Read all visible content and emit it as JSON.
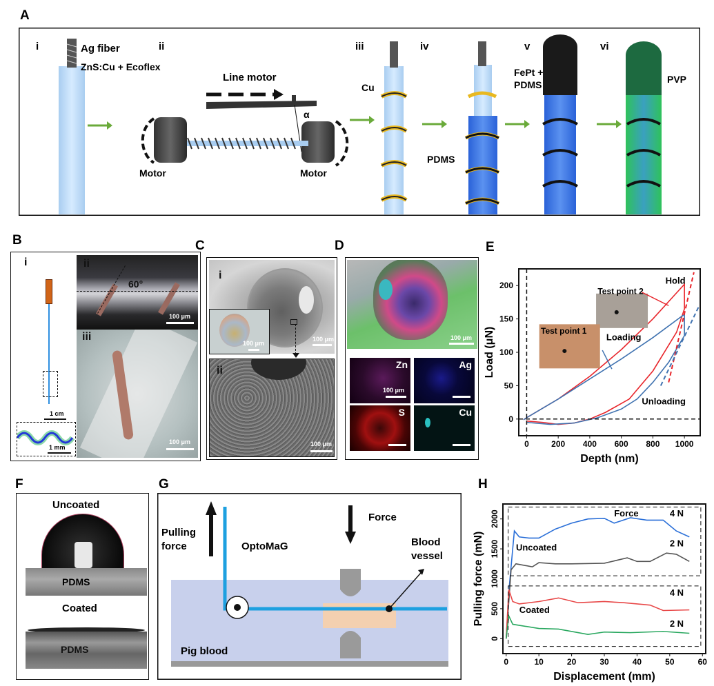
{
  "panels": {
    "A": "A",
    "B": "B",
    "C": "C",
    "D": "D",
    "E": "E",
    "F": "F",
    "G": "G",
    "H": "H"
  },
  "panelA": {
    "steps": [
      "i",
      "ii",
      "iii",
      "iv",
      "v",
      "vi"
    ],
    "ag_fiber": "Ag fiber",
    "zns": "ZnS:Cu + Ecoflex",
    "line_motor": "Line motor",
    "alpha": "α",
    "motor_left": "Motor",
    "motor_right": "Motor",
    "cu": "Cu",
    "pdms": "PDMS",
    "fept": "FePt +",
    "fept2": "PDMS",
    "pvp": "PVP"
  },
  "panelB": {
    "i": "i",
    "ii": "ii",
    "iii": "iii",
    "angle": "60°",
    "scale_1cm": "1 cm",
    "scale_1mm": "1 mm",
    "scale_ii": "100 μm",
    "scale_iii": "100 μm"
  },
  "panelC": {
    "i": "i",
    "ii": "ii",
    "scale_inset": "100 μm",
    "scale_i": "100 μm",
    "scale_ii": "100 μm"
  },
  "panelD": {
    "scale_main": "100 μm",
    "maps": [
      "Zn",
      "Ag",
      "S",
      "Cu"
    ],
    "scale_zn": "100 μm",
    "colors": {
      "Zn": "#c020c0",
      "Ag": "#2020d0",
      "S": "#e01010",
      "Cu": "#20c0c0"
    }
  },
  "panelF": {
    "uncoated": "Uncoated",
    "pdms1": "PDMS",
    "coated": "Coated",
    "pdms2": "PDMS"
  },
  "panelG": {
    "pulling": "Pulling",
    "force_word": "force",
    "optomag": "OptoMaG",
    "force": "Force",
    "blood": "Blood",
    "vessel": "vessel",
    "pig_blood": "Pig blood"
  },
  "chart_data": [
    {
      "type": "line",
      "title": "",
      "xlabel": "Depth (nm)",
      "ylabel": "Load (μN)",
      "xlim": [
        -50,
        1100
      ],
      "ylim": [
        -25,
        225
      ],
      "xticks": [
        0,
        200,
        400,
        600,
        800,
        1000
      ],
      "yticks": [
        0,
        50,
        100,
        150,
        200
      ],
      "annotations": {
        "hold": "Hold",
        "loading": "Loading",
        "unloading": "Unloading",
        "tp1": "Test point 1",
        "tp2": "Test point 2"
      },
      "series": [
        {
          "name": "Test point 2",
          "color": "#e8242a",
          "dash": false,
          "points": [
            [
              -20,
              -1
            ],
            [
              0,
              2
            ],
            [
              200,
              30
            ],
            [
              400,
              64
            ],
            [
              600,
              104
            ],
            [
              800,
              150
            ],
            [
              1000,
              202
            ],
            [
              1000,
              165
            ],
            [
              950,
              130
            ],
            [
              800,
              72
            ],
            [
              650,
              30
            ],
            [
              500,
              10
            ],
            [
              400,
              0
            ],
            [
              300,
              -6
            ],
            [
              200,
              -8
            ],
            [
              100,
              -5
            ],
            [
              0,
              -3
            ]
          ]
        },
        {
          "name": "Test point 1",
          "color": "#3f72b0",
          "dash": false,
          "points": [
            [
              -20,
              -1
            ],
            [
              0,
              2
            ],
            [
              200,
              30
            ],
            [
              400,
              60
            ],
            [
              600,
              90
            ],
            [
              800,
              122
            ],
            [
              1000,
              157
            ],
            [
              1000,
              125
            ],
            [
              900,
              85
            ],
            [
              800,
              55
            ],
            [
              700,
              30
            ],
            [
              600,
              15
            ],
            [
              450,
              2
            ],
            [
              300,
              -6
            ],
            [
              150,
              -8
            ],
            [
              0,
              -5
            ]
          ]
        },
        {
          "name": "Test point 2 fit",
          "color": "#e8242a",
          "dash": true,
          "points": [
            [
              900,
              55
            ],
            [
              1060,
              220
            ]
          ]
        },
        {
          "name": "Test point 1 fit",
          "color": "#3f72b0",
          "dash": true,
          "points": [
            [
              850,
              50
            ],
            [
              1090,
              168
            ]
          ]
        }
      ]
    },
    {
      "type": "line",
      "title": "",
      "xlabel": "Displacement (mm)",
      "ylabel": "Pulling force (mN)",
      "xlim": [
        -1,
        61
      ],
      "ylim": [
        -250,
        2250
      ],
      "xticks": [
        0,
        10,
        20,
        30,
        40,
        50,
        60
      ],
      "yticks": [
        0,
        500,
        1000,
        1500,
        2000
      ],
      "annotations": {
        "force": "Force",
        "uncoated": "Uncoated",
        "coated": "Coated",
        "n4a": "4 N",
        "n2a": "2 N",
        "n4b": "4 N",
        "n2b": "2 N"
      },
      "series": [
        {
          "name": "Uncoated 4 N",
          "color": "#2a6fd8",
          "points": [
            [
              0,
              0
            ],
            [
              1,
              900
            ],
            [
              2.5,
              1800
            ],
            [
              4,
              1700
            ],
            [
              7,
              1680
            ],
            [
              10,
              1680
            ],
            [
              15,
              1830
            ],
            [
              20,
              1930
            ],
            [
              25,
              2000
            ],
            [
              30,
              2010
            ],
            [
              33,
              1930
            ],
            [
              38,
              2020
            ],
            [
              43,
              1980
            ],
            [
              48,
              1980
            ],
            [
              52,
              1800
            ],
            [
              56,
              1700
            ]
          ]
        },
        {
          "name": "Uncoated 2 N",
          "color": "#555555",
          "points": [
            [
              0,
              0
            ],
            [
              1.5,
              1150
            ],
            [
              3,
              1250
            ],
            [
              8,
              1200
            ],
            [
              10,
              1270
            ],
            [
              15,
              1250
            ],
            [
              20,
              1250
            ],
            [
              30,
              1260
            ],
            [
              37,
              1350
            ],
            [
              40,
              1290
            ],
            [
              44,
              1290
            ],
            [
              49,
              1430
            ],
            [
              52,
              1410
            ],
            [
              56,
              1290
            ]
          ]
        },
        {
          "name": "Coated 4 N",
          "color": "#e84848",
          "points": [
            [
              0,
              0
            ],
            [
              0.8,
              820
            ],
            [
              2,
              620
            ],
            [
              4,
              580
            ],
            [
              10,
              620
            ],
            [
              16,
              680
            ],
            [
              22,
              600
            ],
            [
              30,
              620
            ],
            [
              36,
              600
            ],
            [
              44,
              560
            ],
            [
              48,
              470
            ],
            [
              56,
              480
            ]
          ]
        },
        {
          "name": "Coated 2 N",
          "color": "#2aa860",
          "points": [
            [
              0,
              0
            ],
            [
              0.8,
              380
            ],
            [
              2,
              240
            ],
            [
              10,
              170
            ],
            [
              16,
              160
            ],
            [
              25,
              70
            ],
            [
              30,
              110
            ],
            [
              38,
              100
            ],
            [
              48,
              120
            ],
            [
              56,
              90
            ]
          ]
        }
      ]
    }
  ]
}
